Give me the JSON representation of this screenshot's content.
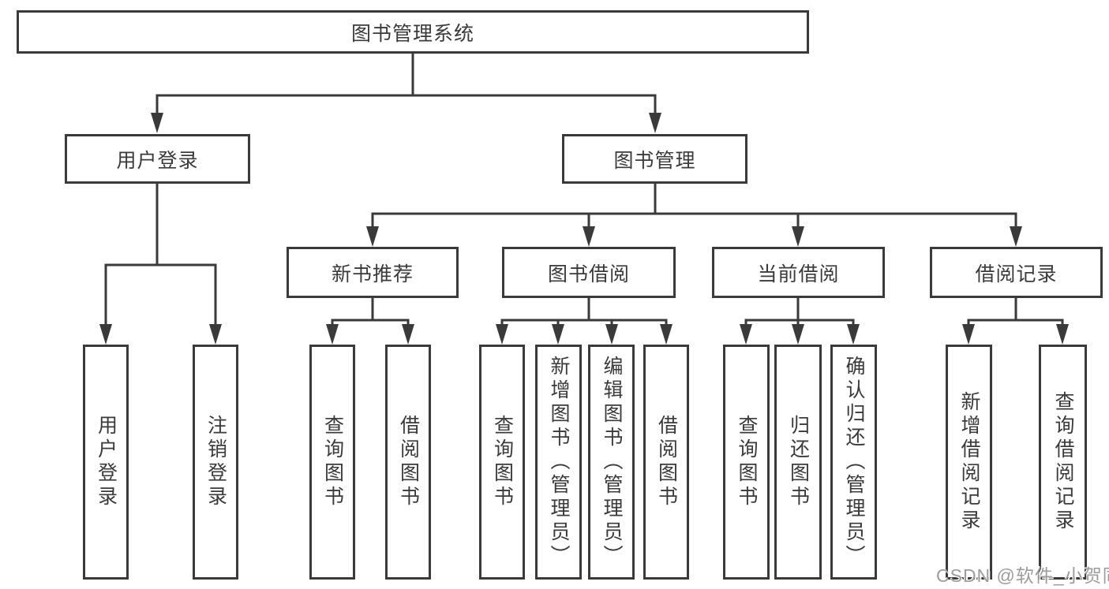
{
  "colors": {
    "line": "#3a3a3a",
    "text": "#333333",
    "box_background": "#ffffff",
    "watermark_text": "#9c9c9c"
  },
  "root": {
    "label": "图书管理系统"
  },
  "level2": {
    "user_login": {
      "label": "用户登录"
    },
    "book_management": {
      "label": "图书管理"
    }
  },
  "level3": {
    "new_book_recommend": {
      "label": "新书推荐"
    },
    "book_borrow": {
      "label": "图书借阅"
    },
    "current_borrow": {
      "label": "当前借阅"
    },
    "borrow_records": {
      "label": "借阅记录"
    }
  },
  "leaves": {
    "user_login": {
      "label": "用户登录"
    },
    "logout": {
      "label": "注销登录"
    },
    "nb_query_books": {
      "label": "查询图书"
    },
    "nb_borrow_books": {
      "label": "借阅图书"
    },
    "bb_query_books": {
      "label": "查询图书"
    },
    "bb_add_books_admin": {
      "label": "新增图书（管理员）"
    },
    "bb_edit_books_admin": {
      "label": "编辑图书（管理员）"
    },
    "bb_borrow_books": {
      "label": "借阅图书"
    },
    "cb_query_books": {
      "label": "查询图书"
    },
    "cb_return_books": {
      "label": "归还图书"
    },
    "cb_confirm_return_admin": {
      "label": "确认归还（管理员）"
    },
    "br_add_record": {
      "label": "新增借阅记录"
    },
    "br_query_record": {
      "label": "查询借阅记录"
    }
  },
  "watermark": {
    "text": "CSDN @软件_小贺同学"
  }
}
